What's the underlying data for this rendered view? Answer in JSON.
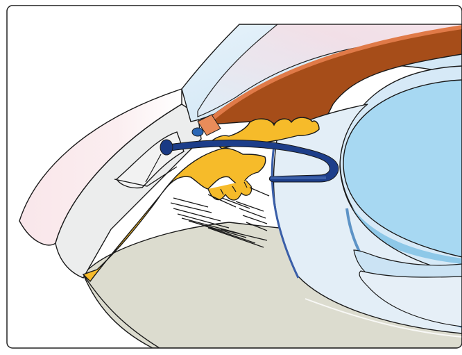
{
  "figure": {
    "caption": "",
    "labels": []
  },
  "colors": {
    "background": "#ffffff",
    "outline": "#1a1a1a",
    "frame_border": "#222222",
    "sclera_gray": "#dcdccf",
    "conjunctiva_pink": "#f7dfe3",
    "cornea_light_blue": "#dcedf8",
    "cornea_mid_blue": "#c7e3f4",
    "iris_brown": "#a64d19",
    "iris_orange_edge": "#e07a48",
    "ciliary_yellow": "#f6bb2a",
    "lens_blue": "#a7d8f2",
    "lens_capsule_blue": "#cfe6f6",
    "zonule_navy": "#1d3e8a",
    "vessel_navy": "#1a3a85",
    "vitreous_white_blue": "#e8f1f8"
  },
  "structures": [
    "conjunctiva",
    "sclera",
    "cornea",
    "iris",
    "ciliary-body",
    "ciliary-muscle-fibers",
    "lens",
    "lens-capsule",
    "zonular-fibers",
    "schlemm-canal",
    "trabecular-meshwork",
    "vitreous"
  ]
}
